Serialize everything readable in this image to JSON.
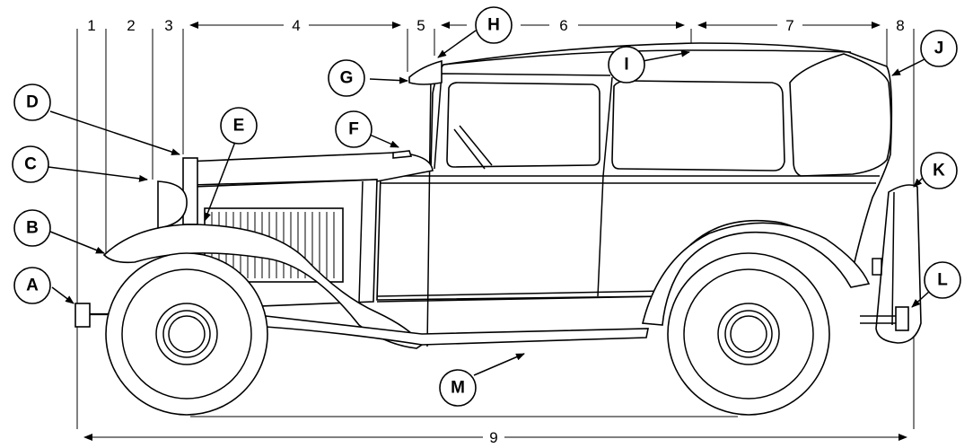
{
  "dimension_labels": [
    {
      "id": "d1",
      "text": "1"
    },
    {
      "id": "d2",
      "text": "2"
    },
    {
      "id": "d3",
      "text": "3"
    },
    {
      "id": "d4",
      "text": "4"
    },
    {
      "id": "d5",
      "text": "5"
    },
    {
      "id": "d6",
      "text": "6"
    },
    {
      "id": "d7",
      "text": "7"
    },
    {
      "id": "d8",
      "text": "8"
    },
    {
      "id": "d9",
      "text": "9"
    }
  ],
  "callouts": [
    {
      "id": "A",
      "text": "A"
    },
    {
      "id": "B",
      "text": "B"
    },
    {
      "id": "C",
      "text": "C"
    },
    {
      "id": "D",
      "text": "D"
    },
    {
      "id": "E",
      "text": "E"
    },
    {
      "id": "F",
      "text": "F"
    },
    {
      "id": "G",
      "text": "G"
    },
    {
      "id": "H",
      "text": "H"
    },
    {
      "id": "I",
      "text": "I"
    },
    {
      "id": "J",
      "text": "J"
    },
    {
      "id": "K",
      "text": "K"
    },
    {
      "id": "L",
      "text": "L"
    },
    {
      "id": "M",
      "text": "M"
    }
  ],
  "colors": {
    "stroke": "#000000",
    "background": "#ffffff"
  }
}
